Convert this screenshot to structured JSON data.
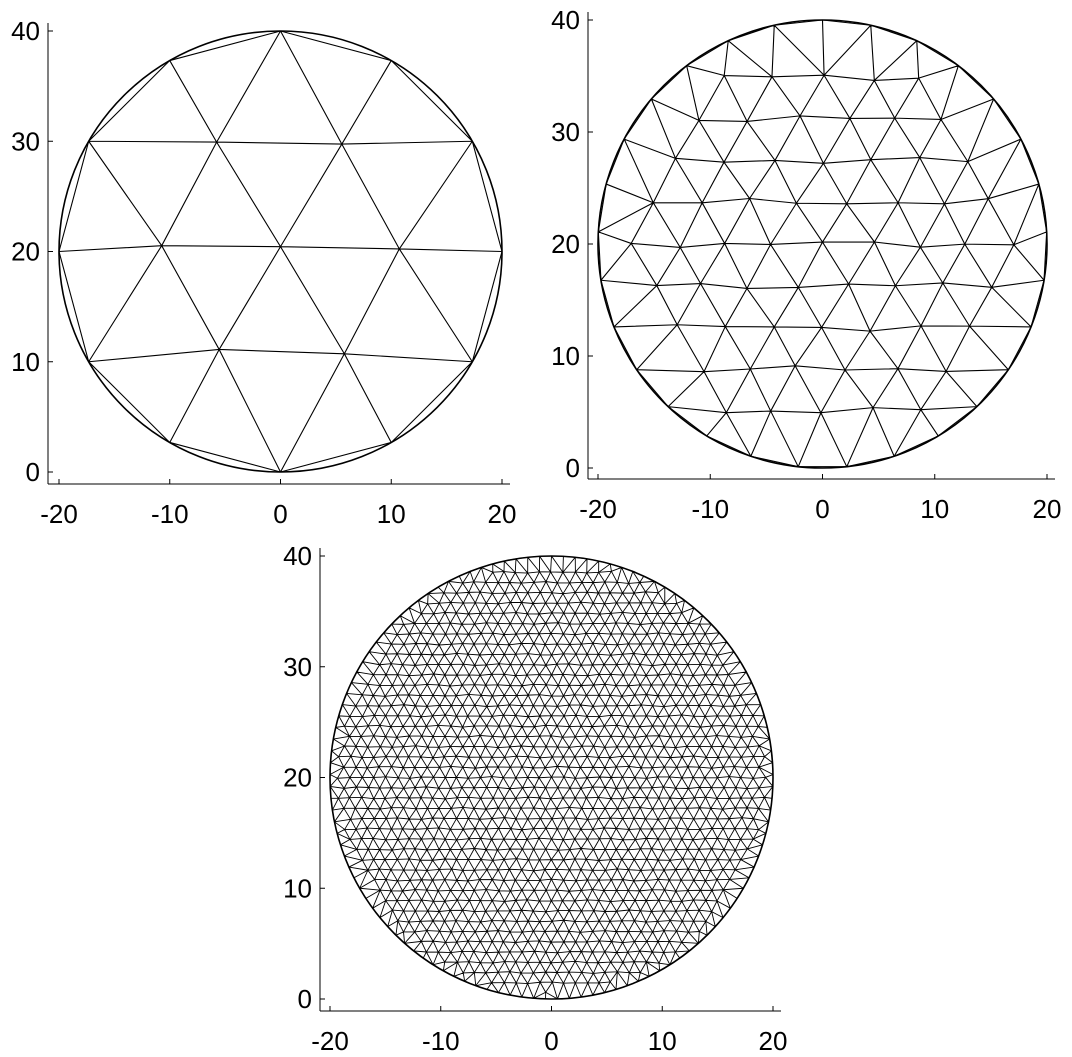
{
  "chart_data": [
    {
      "type": "mesh",
      "panel": "top-left",
      "domain": {
        "shape": "circle",
        "center": [
          0,
          20
        ],
        "radius": 20
      },
      "mesh_level": 1,
      "xlim": [
        -20,
        20
      ],
      "ylim": [
        0,
        40
      ],
      "x_ticks": [
        -20,
        -10,
        0,
        10,
        20
      ],
      "y_ticks": [
        0,
        10,
        20,
        30,
        40
      ],
      "x_tick_labels": [
        "-20",
        "-10",
        "0",
        "10",
        "20"
      ],
      "y_tick_labels": [
        "0",
        "10",
        "20",
        "30",
        "40"
      ],
      "grid": false
    },
    {
      "type": "mesh",
      "panel": "top-right",
      "domain": {
        "shape": "circle",
        "center": [
          0,
          20
        ],
        "radius": 20
      },
      "mesh_level": 2,
      "xlim": [
        -20,
        20
      ],
      "ylim": [
        0,
        40
      ],
      "x_ticks": [
        -20,
        -10,
        0,
        10,
        20
      ],
      "y_ticks": [
        0,
        10,
        20,
        30,
        40
      ],
      "x_tick_labels": [
        "-20",
        "-10",
        "0",
        "10",
        "20"
      ],
      "y_tick_labels": [
        "0",
        "10",
        "20",
        "30",
        "40"
      ],
      "grid": false
    },
    {
      "type": "mesh",
      "panel": "bottom-center",
      "domain": {
        "shape": "circle",
        "center": [
          0,
          20
        ],
        "radius": 20
      },
      "mesh_level": 3,
      "xlim": [
        -20,
        20
      ],
      "ylim": [
        0,
        40
      ],
      "x_ticks": [
        -20,
        -10,
        0,
        10,
        20
      ],
      "y_ticks": [
        0,
        10,
        20,
        30,
        40
      ],
      "x_tick_labels": [
        "-20",
        "-10",
        "0",
        "10",
        "20"
      ],
      "y_tick_labels": [
        "0",
        "10",
        "20",
        "30",
        "40"
      ],
      "grid": false
    }
  ]
}
